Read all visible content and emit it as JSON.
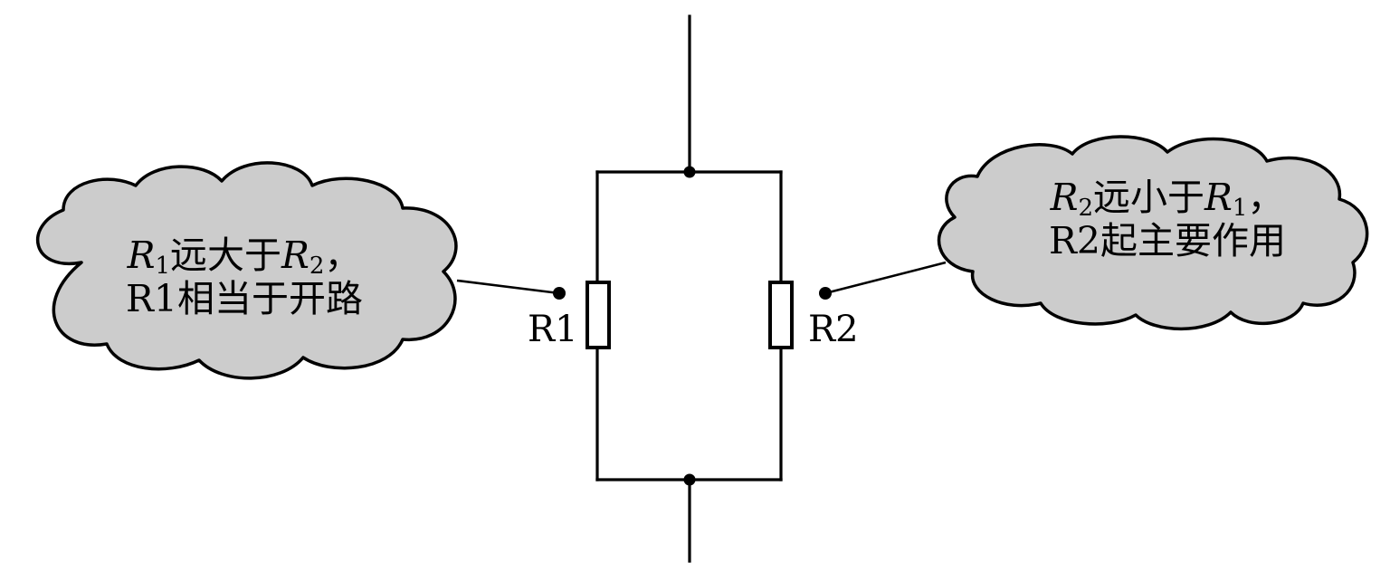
{
  "resistors": {
    "r1_label": "R1",
    "r2_label": "R2"
  },
  "callout_left": {
    "line1": {
      "var_a": "R",
      "sub_a": "1",
      "text_mid": "远大于",
      "var_b": "R",
      "sub_b": "2",
      "tail": "，"
    },
    "line2": "R1相当于开路"
  },
  "callout_right": {
    "line1": {
      "var_a": "R",
      "sub_a": "2",
      "text_mid": "远小于",
      "var_b": "R",
      "sub_b": "1",
      "tail": "，"
    },
    "line2": "R2起主要作用"
  },
  "colors": {
    "cloud_fill": "#cccccc",
    "line": "#000000",
    "background": "#ffffff"
  }
}
